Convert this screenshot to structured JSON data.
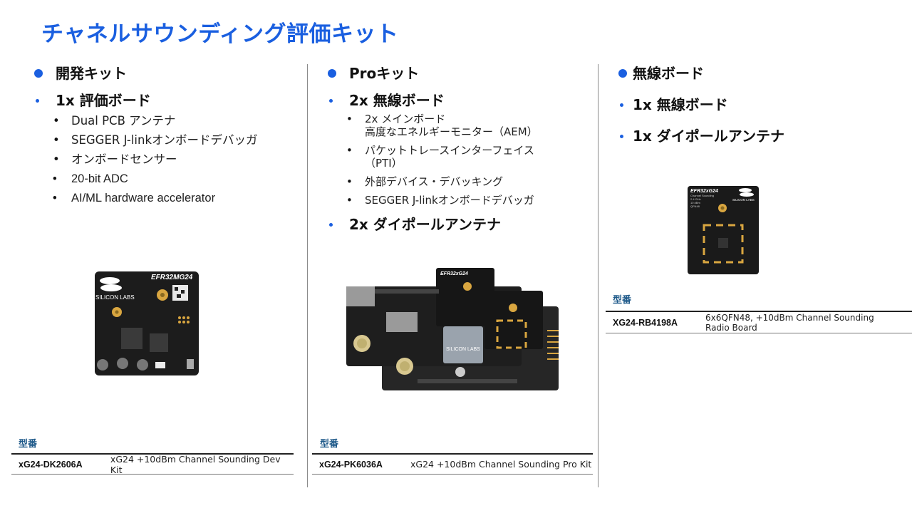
{
  "title": "チャネルサウンディング評価キット",
  "dev_kit": {
    "heading": "開発キット",
    "item1": "1x 評価ボード",
    "features": [
      "Dual PCB アンテナ",
      "SEGGER J-linkオンボードデバッガ",
      "オンボードセンサー",
      "20-bit ADC",
      "AI/ML hardware accelerator"
    ],
    "board_text": {
      "brand": "SILICON LABS",
      "chip": "EFR32MG24"
    },
    "model_label": "型番",
    "part_number": "xG24-DK2606A",
    "description": "xG24 +10dBm Channel Sounding Dev Kit"
  },
  "pro_kit": {
    "heading": "Proキット",
    "item1": "2x 無線ボード",
    "features": [
      "2x メインボード",
      "高度なエネルギーモニター（AEM）",
      "パケットトレースインターフェイス",
      "（PTI）",
      "外部デバイス・デバッキング",
      "SEGGER J-linkオンボードデバッガ"
    ],
    "item2": "2x ダイポールアンテナ",
    "board_text": {
      "chip": "EFR32xG24",
      "brand": "SILICON LABS"
    },
    "model_label": "型番",
    "part_number": "xG24-PK6036A",
    "description": "xG24 +10dBm Channel Sounding Pro Kit"
  },
  "radio_board": {
    "heading": "無線ボード",
    "item1": "1x 無線ボード",
    "item2": "1x ダイポールアンテナ",
    "board_text": {
      "chip": "EFR32xG24",
      "line1": "Channel Sounding",
      "line2": "2.4 GHz",
      "line3": "10 dBm",
      "line4": "QFN48",
      "brand": "SILICON LABS"
    },
    "model_label": "型番",
    "part_number": "XG24-RB4198A",
    "description_line1": "6x6QFN48, +10dBm Channel Sounding",
    "description_line2": "Radio Board"
  },
  "colors": {
    "accent": "#1a5fe0",
    "model_label": "#1f5a8a",
    "pcb": "#1c1c1c",
    "gold": "#d9a640"
  }
}
